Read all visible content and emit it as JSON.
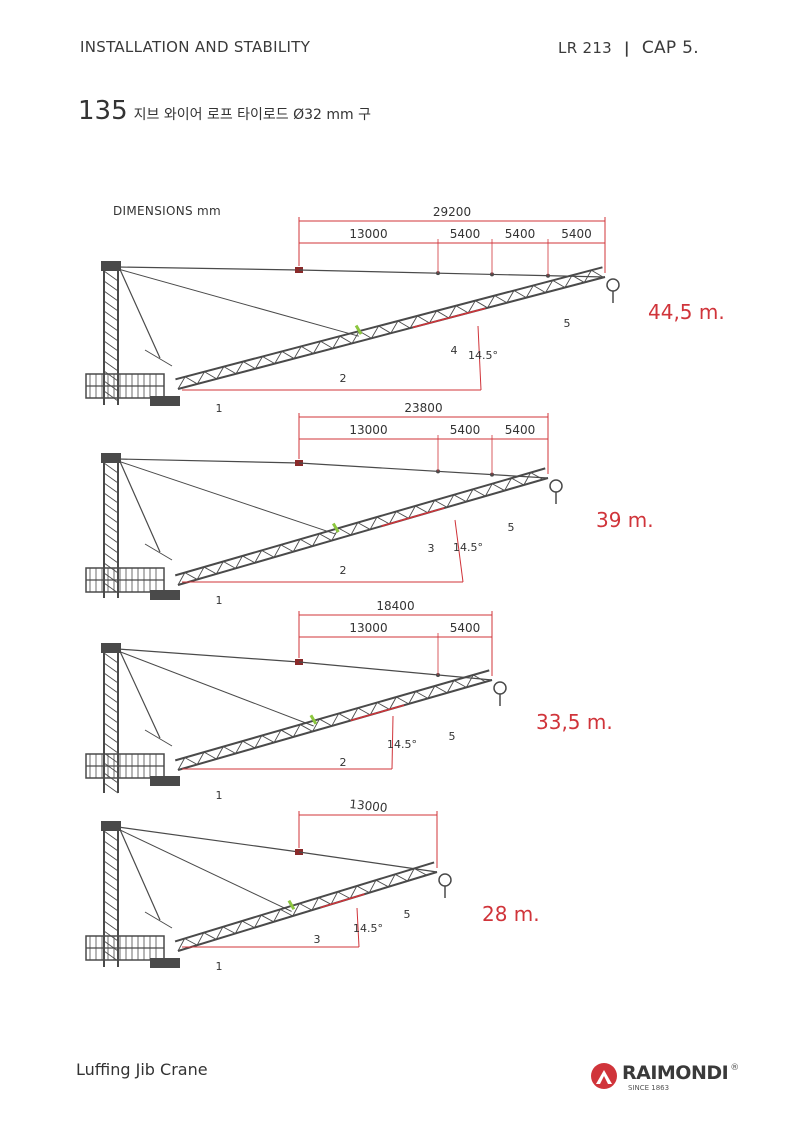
{
  "header": {
    "section": "INSTALLATION AND STABILITY",
    "model": "LR 213",
    "separator": "|",
    "chapter": "CAP 5."
  },
  "title": {
    "number": "135",
    "text": "지브 와이어 로프 타이로드 Ø32 mm 구"
  },
  "dimensions_label": "DIMENSIONS  mm",
  "configurations": [
    {
      "jib_length": "44,5 m.",
      "total": "29200",
      "segments": [
        "13000",
        "5400",
        "5400",
        "5400"
      ],
      "angle": "14.5°",
      "part_labels": [
        "1",
        "2",
        "4",
        "5"
      ]
    },
    {
      "jib_length": "39 m.",
      "total": "23800",
      "segments": [
        "13000",
        "5400",
        "5400"
      ],
      "angle": "14.5°",
      "part_labels": [
        "1",
        "2",
        "3",
        "5"
      ]
    },
    {
      "jib_length": "33,5 m.",
      "total": "18400",
      "segments": [
        "13000",
        "5400"
      ],
      "angle": "14.5°",
      "part_labels": [
        "1",
        "2",
        "5"
      ]
    },
    {
      "jib_length": "28 m.",
      "total": "13000",
      "segments": [],
      "angle": "14.5°",
      "part_labels": [
        "1",
        "3",
        "5"
      ]
    }
  ],
  "footer": {
    "product": "Luffing Jib Crane",
    "brand": "RAIMONDI",
    "since": "SINCE 1863",
    "registered": "®"
  },
  "colors": {
    "dimension": "#d0343a",
    "structure": "#4a4a4a",
    "accent": "#8cc63f"
  }
}
